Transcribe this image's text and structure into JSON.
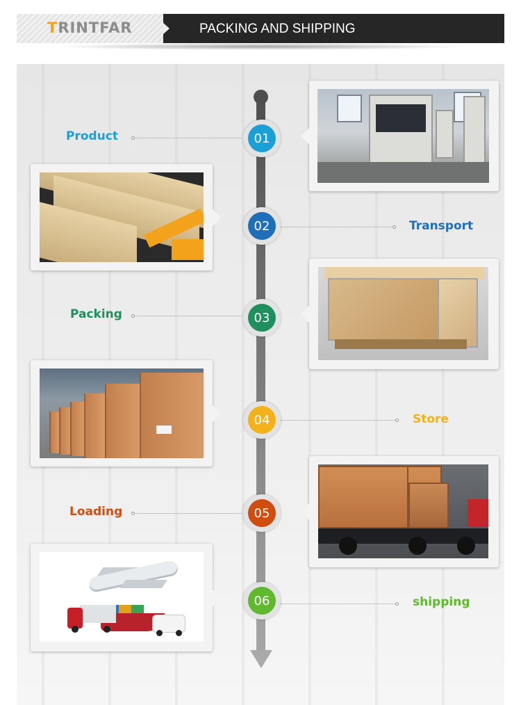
{
  "header": {
    "logo_first_letter": "T",
    "logo_rest": "RINTFAR",
    "title": "PACKING AND SHIPPING"
  },
  "steps": [
    {
      "number": "01",
      "label": "Product",
      "color": "#1aa0d6",
      "photo": "factory-machine-photo"
    },
    {
      "number": "02",
      "label": "Transport",
      "color": "#1e6fb8",
      "photo": "wooden-planks-pallet-jack-photo"
    },
    {
      "number": "03",
      "label": "Packing",
      "color": "#1f8f5e",
      "photo": "wooden-box-pallet-photo"
    },
    {
      "number": "04",
      "label": "Store",
      "color": "#f3b219",
      "photo": "warehouse-crates-photo"
    },
    {
      "number": "05",
      "label": "Loading",
      "color": "#cf4d10",
      "photo": "truck-loaded-crates-photo"
    },
    {
      "number": "06",
      "label": "shipping",
      "color": "#5fb82d",
      "photo": "plane-ship-truck-illustration"
    }
  ],
  "colors": {
    "title_bar": "#262626",
    "logo_accent": "#f0a21a",
    "timeline": "#6a6a6a"
  }
}
